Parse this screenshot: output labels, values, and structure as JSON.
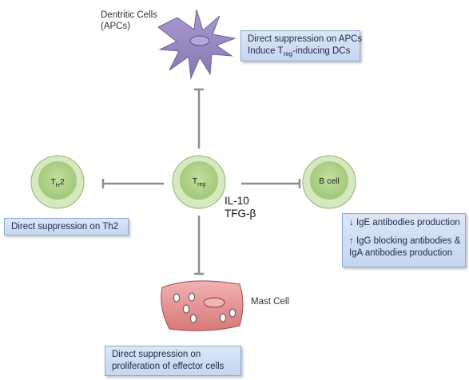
{
  "dendritic": {
    "label_line1": "Dentritic Cells",
    "label_line2": "(APCs)",
    "box_line1": "Direct suppression on APCs",
    "box_line2_prefix": "Induce T",
    "box_line2_sub": "reg",
    "box_line2_suffix": "-inducing DCs"
  },
  "th2": {
    "cell_main": "T",
    "cell_sub": "H",
    "cell_suffix": "2",
    "box_text": "Direct suppression on Th2"
  },
  "treg": {
    "cell_main": "T",
    "cell_sub": "reg",
    "cytokine_1": "IL-10",
    "cytokine_2": "TFG-β"
  },
  "bcell": {
    "cell_label": "B cell",
    "box_line1": "↓ IgE antibodies production",
    "box_line2": "↑ IgG blocking antibodies &",
    "box_line3": "IgA antibodies production"
  },
  "mast": {
    "label": "Mast Cell",
    "box_line1": "Direct suppression on",
    "box_line2": "proliferation of effector cells"
  },
  "colors": {
    "cell_outer": "#cfe3b4",
    "cell_inner": "#b6d791",
    "dendritic": "#9a8cc0",
    "mast_cell": "#e79a9a",
    "arrow": "#8c8c8c",
    "box_fill": "#d0def4"
  }
}
